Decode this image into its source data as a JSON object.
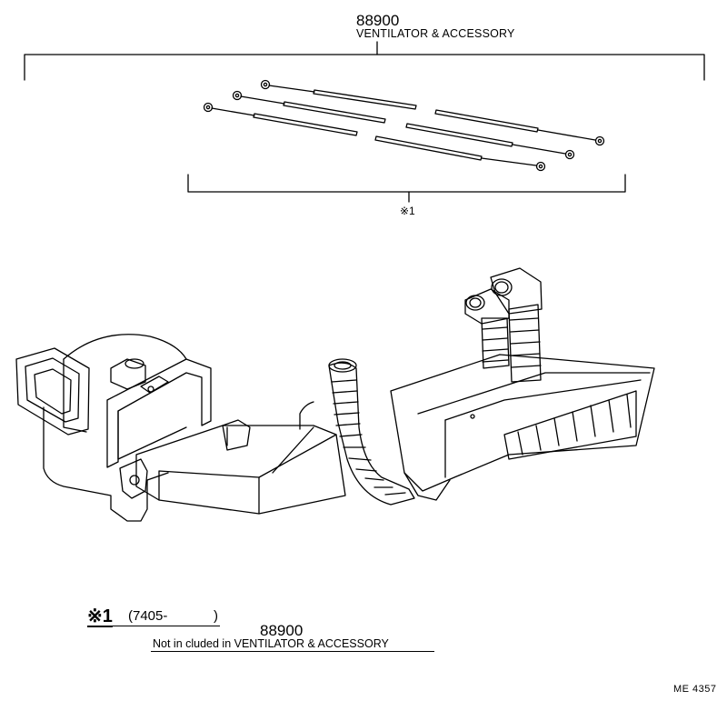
{
  "top_assembly": {
    "part_number": "88900",
    "title": "VENTILATOR & ACCESSORY"
  },
  "sub_reference": {
    "label": "※1"
  },
  "footnote": {
    "mark": "※1",
    "range_open": "(7405-",
    "range_close": ")",
    "part_number": "88900",
    "text": "Not in cluded in VENTILATOR & ACCESSORY"
  },
  "diagram_code": "ME 4357"
}
